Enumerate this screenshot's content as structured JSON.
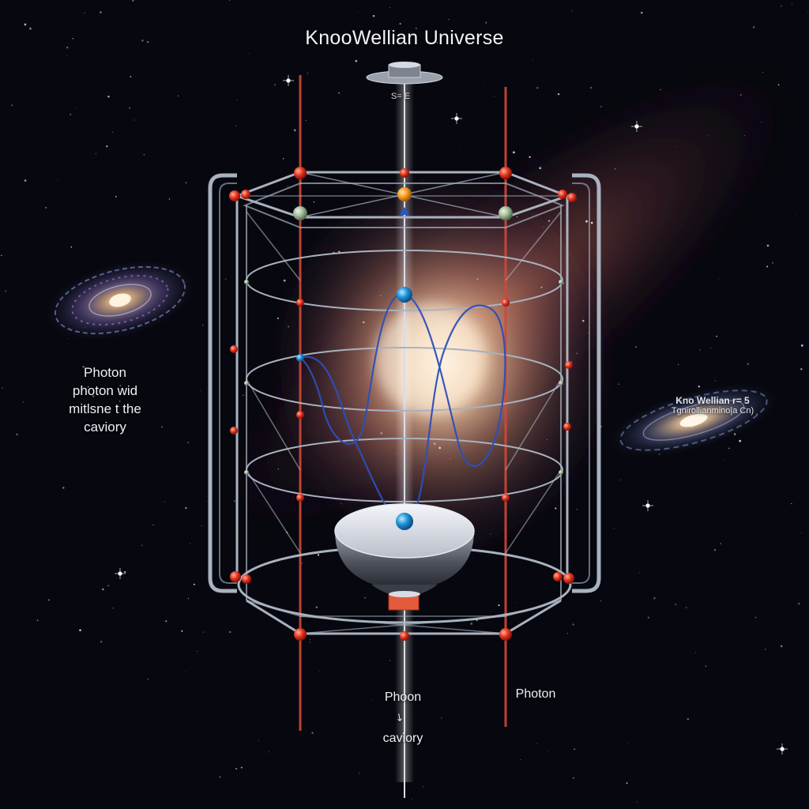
{
  "title": "KnooWellian Universe",
  "top_label": "S= E",
  "left_label": {
    "line1": "Photon",
    "line2": "photon wid",
    "line3": "mitlsne t the",
    "line4": "caviory"
  },
  "right_label": {
    "line1": "Kno Wellian r= 5",
    "line2": "Tgnirollianmino|a Cn)"
  },
  "bottom_left_label": "Phoon",
  "bottom_right_label": "Photon",
  "bottom_cavity_label": "caviory",
  "arrow_glyph": "↘",
  "colors": {
    "background": "#07080f",
    "frame": "#a9b2bf",
    "red_beam": "#d2483a",
    "node_red": "#e0301f",
    "node_orange": "#f39a1e",
    "node_green": "#9fb897",
    "node_blue": "#1e8ed0",
    "wave": "#2c4fb8",
    "nebula_core": "#ffe3c2"
  },
  "icons": [
    "spiral-galaxy-left",
    "spiral-galaxy-right",
    "mirror-dish-bottom",
    "mirror-dish-top"
  ]
}
